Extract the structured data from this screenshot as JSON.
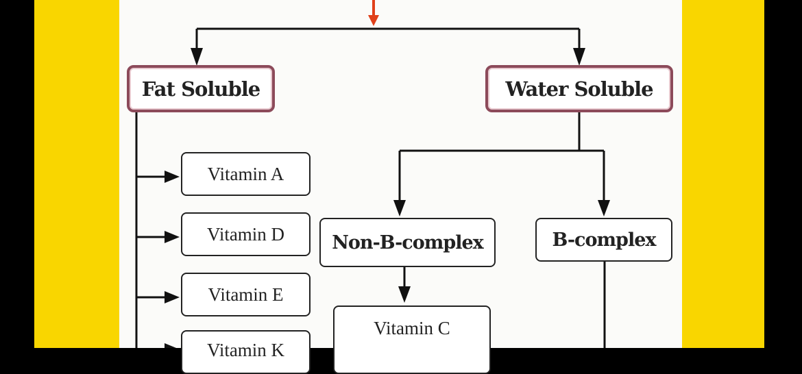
{
  "diagram": {
    "level1": [
      {
        "label": "Fat Soluble"
      },
      {
        "label": "Water Soluble"
      }
    ],
    "fat_soluble": [
      "Vitamin A",
      "Vitamin D",
      "Vitamin E",
      "Vitamin K"
    ],
    "water_soluble": [
      {
        "label": "Non-B-complex",
        "children": [
          "Vitamin C"
        ]
      },
      {
        "label": "B-complex"
      }
    ],
    "colors": {
      "background": "#f9d600",
      "root_arrow": "#e0401a",
      "main_border": "#8c4a5a"
    }
  }
}
